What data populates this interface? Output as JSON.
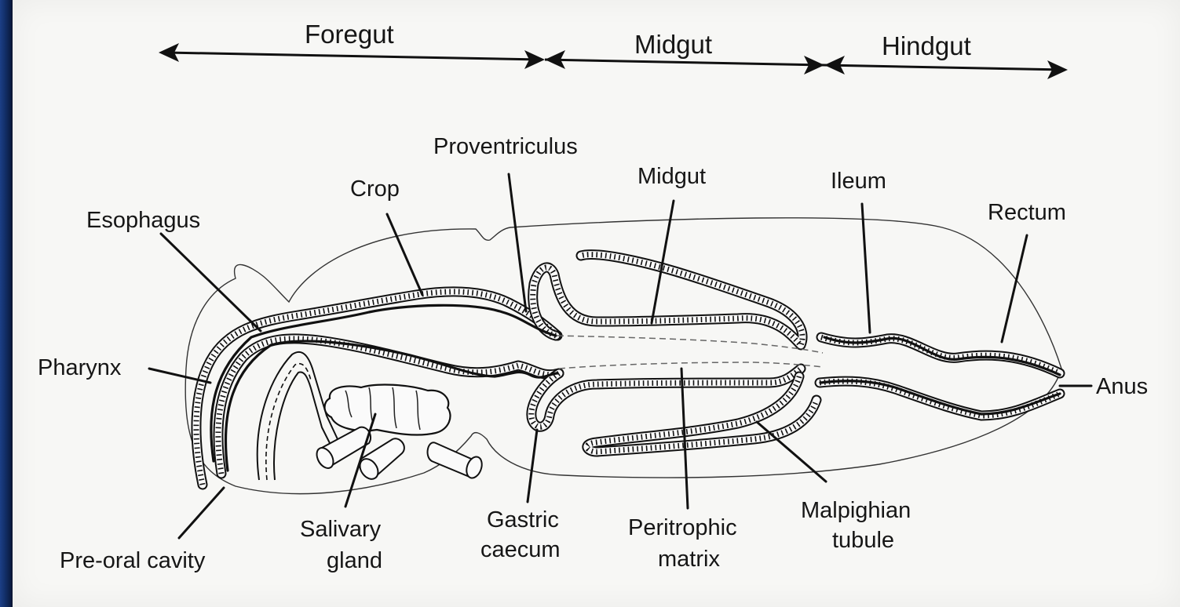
{
  "regions": {
    "foregut": "Foregut",
    "midgut": "Midgut",
    "hindgut": "Hindgut"
  },
  "labels": {
    "proventriculus": "Proventriculus",
    "midgut": "Midgut",
    "ileum": "Ileum",
    "crop": "Crop",
    "rectum": "Rectum",
    "esophagus": "Esophagus",
    "pharynx": "Pharynx",
    "anus": "Anus",
    "pre_oral_cavity": "Pre-oral cavity",
    "salivary_gland": [
      "Salivary",
      "gland"
    ],
    "gastric_caecum": [
      "Gastric",
      "caecum"
    ],
    "peritrophic_matrix": [
      "Peritrophic",
      "matrix"
    ],
    "malpighian_tubule": [
      "Malpighian",
      "tubule"
    ]
  },
  "colors": {
    "paper": "#f7f7f5",
    "ink": "#111111",
    "border": "#13306b"
  }
}
